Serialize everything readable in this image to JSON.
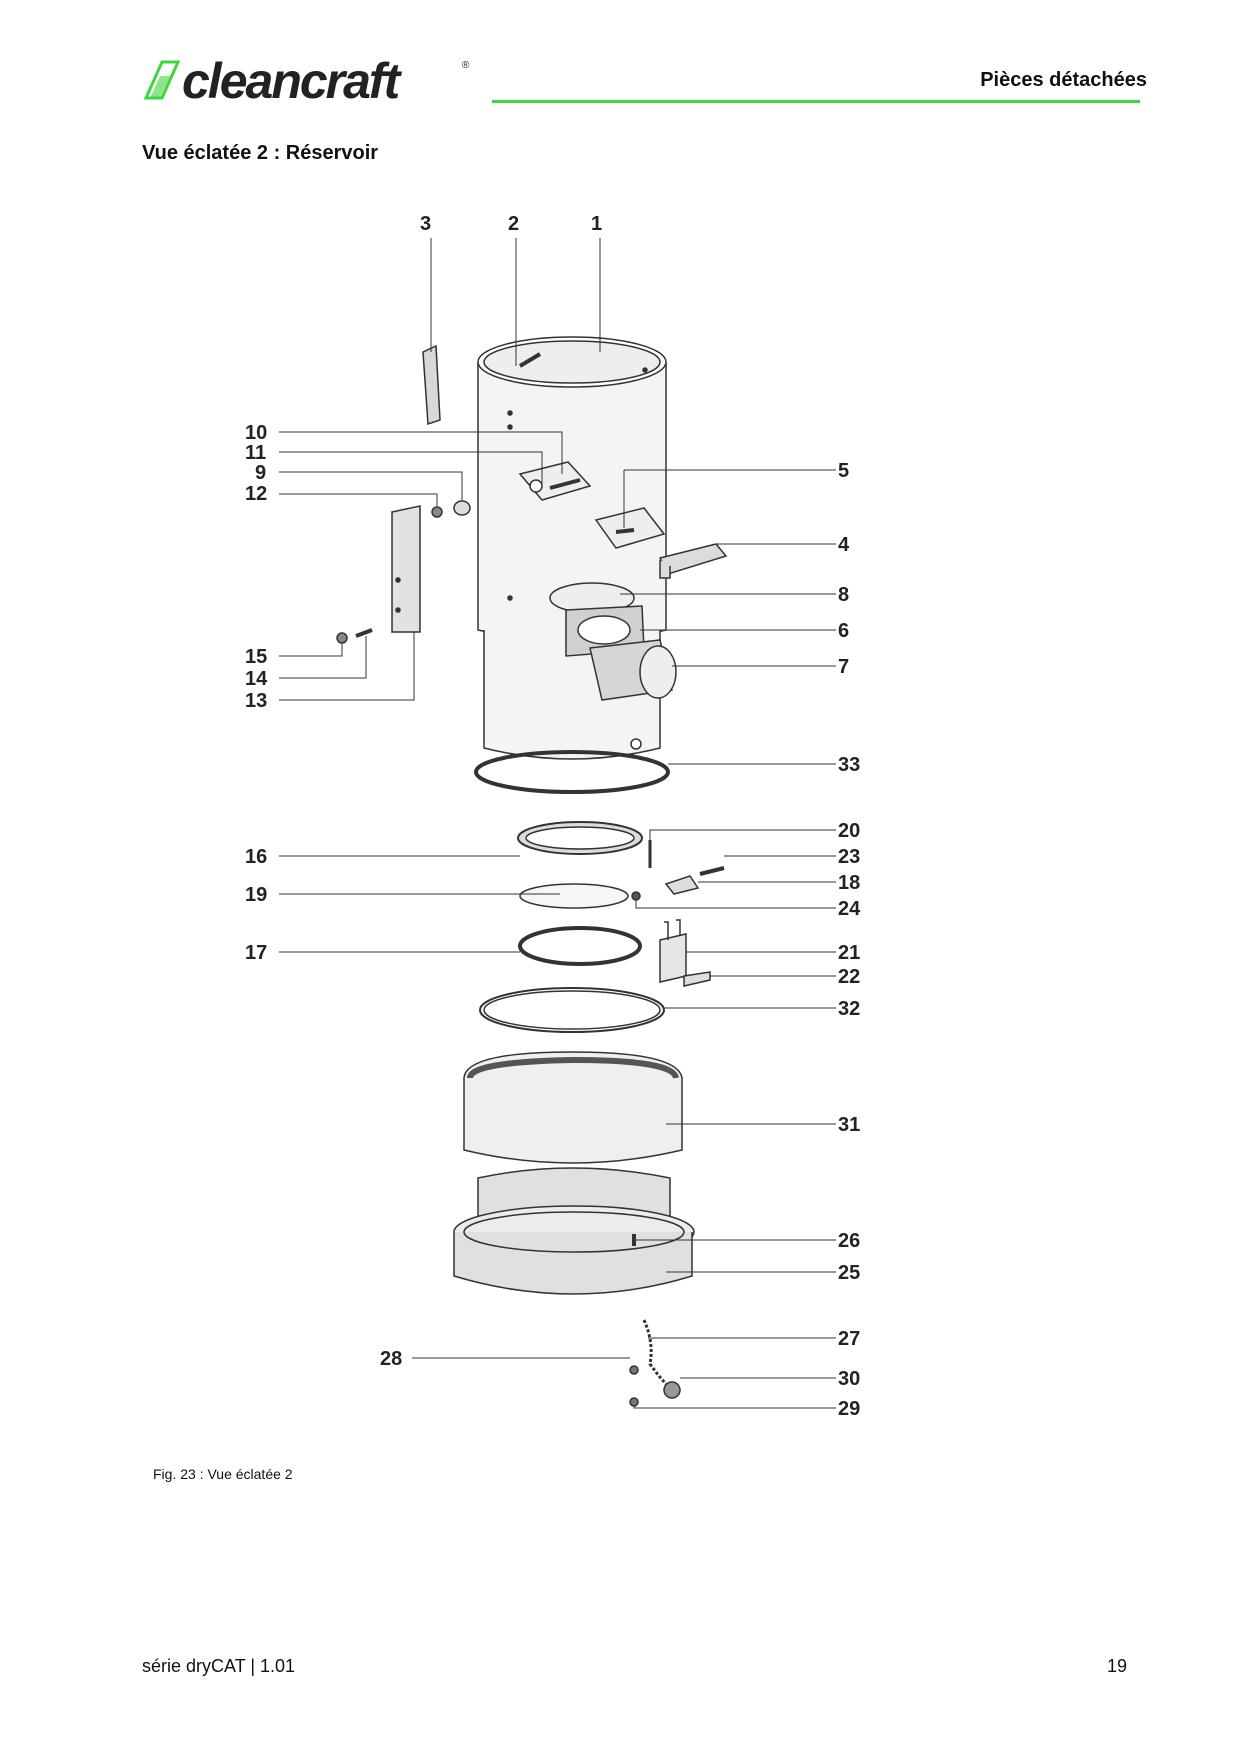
{
  "header": {
    "logo_text": "cleancraft",
    "logo_reg": "®",
    "title": "Pièces détachées"
  },
  "section_title": "Vue éclatée 2 : Réservoir",
  "figure": {
    "caption": "Fig. 23 : Vue éclatée 2",
    "labels": {
      "p1": "1",
      "p2": "2",
      "p3": "3",
      "p4": "4",
      "p5": "5",
      "p6": "6",
      "p7": "7",
      "p8": "8",
      "p9": "9",
      "p10": "10",
      "p11": "11",
      "p12": "12",
      "p13": "13",
      "p14": "14",
      "p15": "15",
      "p16": "16",
      "p17": "17",
      "p18": "18",
      "p19": "19",
      "p20": "20",
      "p21": "21",
      "p22": "22",
      "p23": "23",
      "p24": "24",
      "p25": "25",
      "p26": "26",
      "p27": "27",
      "p28": "28",
      "p29": "29",
      "p30": "30",
      "p31": "31",
      "p32": "32",
      "p33": "33"
    }
  },
  "footer": {
    "series": "série dryCAT | 1.01",
    "page_number": "19"
  },
  "colors": {
    "accent_green": "#3dd63d",
    "line_art": "#333333",
    "part_fill": "#e6e6e6"
  }
}
